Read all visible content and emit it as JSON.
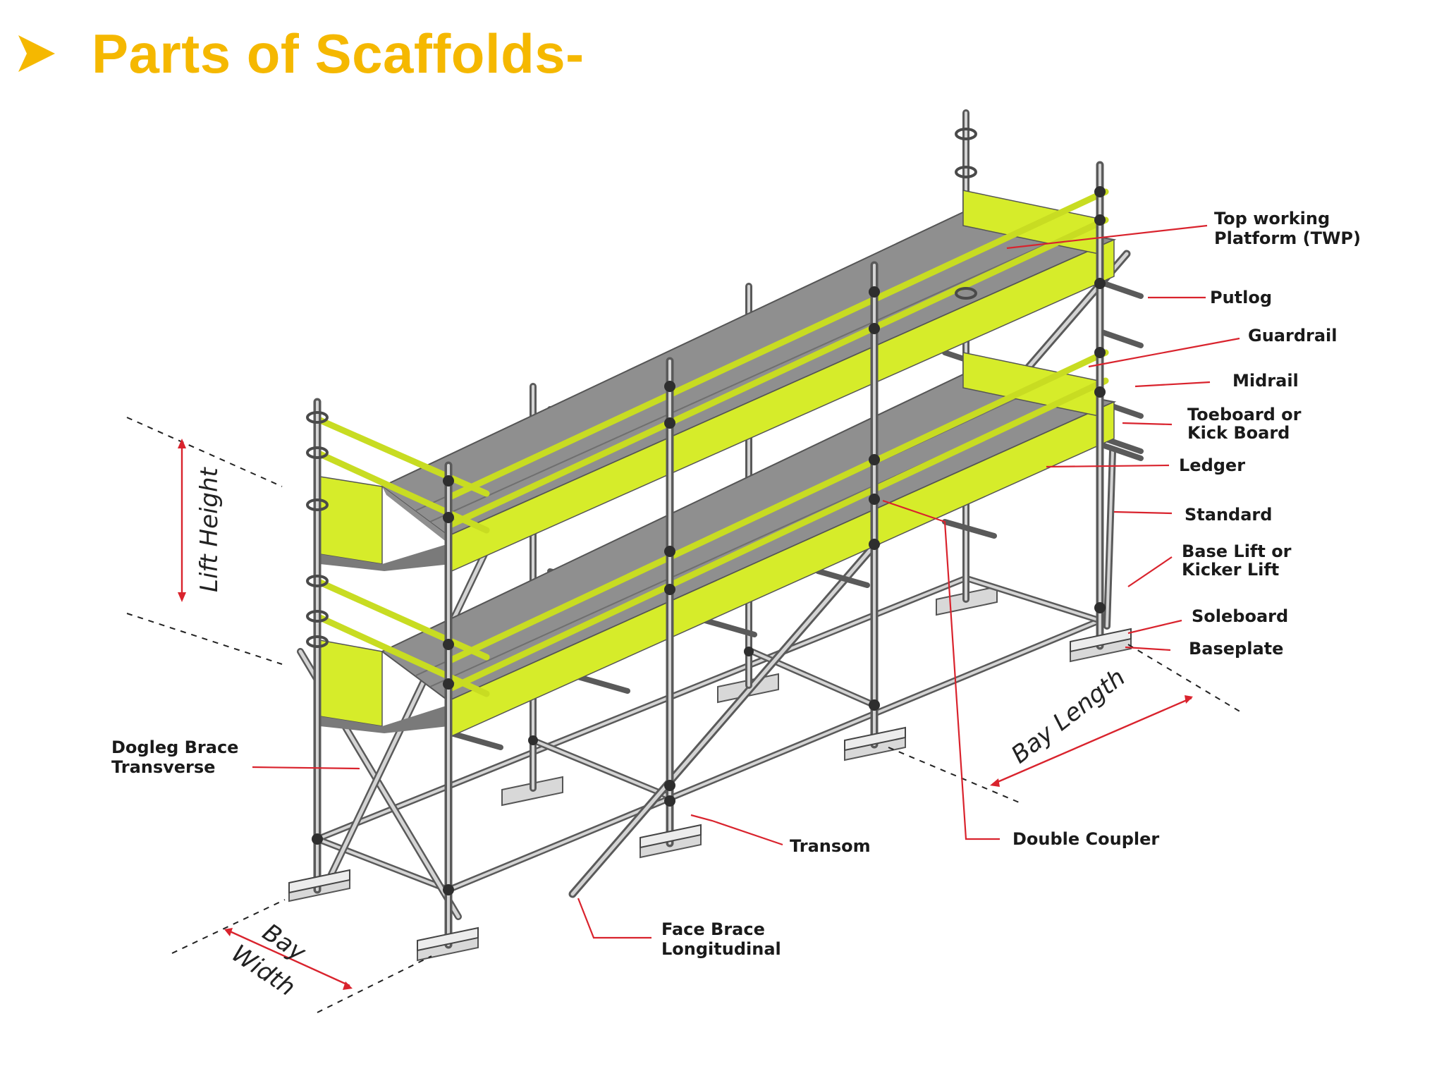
{
  "title": {
    "text": "Parts of Scaffolds-",
    "bullet_icon": "arrow-bullet-icon",
    "color": "#f5b800"
  },
  "labels": {
    "top_working_platform_l1": "Top working",
    "top_working_platform_l2": "Platform (TWP)",
    "putlog": "Putlog",
    "guardrail": "Guardrail",
    "midrail": "Midrail",
    "toeboard_l1": "Toeboard or",
    "toeboard_l2": "Kick Board",
    "ledger": "Ledger",
    "standard": "Standard",
    "base_lift_l1": "Base Lift or",
    "base_lift_l2": "Kicker Lift",
    "soleboard": "Soleboard",
    "baseplate": "Baseplate",
    "dogleg_l1": "Dogleg Brace",
    "dogleg_l2": "Transverse",
    "transom": "Transom",
    "double_coupler": "Double Coupler",
    "face_brace_l1": "Face Brace",
    "face_brace_l2": "Longitudinal"
  },
  "dimensions": {
    "lift_height": "Lift Height",
    "bay_length": "Bay Length",
    "bay_width_l1": "Bay",
    "bay_width_l2": "Width"
  },
  "colors": {
    "board_yellow": "#d6ec2a",
    "deck_grey": "#8f8f8f",
    "tube": "#5a5a5a",
    "leader_red": "#d9232d"
  }
}
